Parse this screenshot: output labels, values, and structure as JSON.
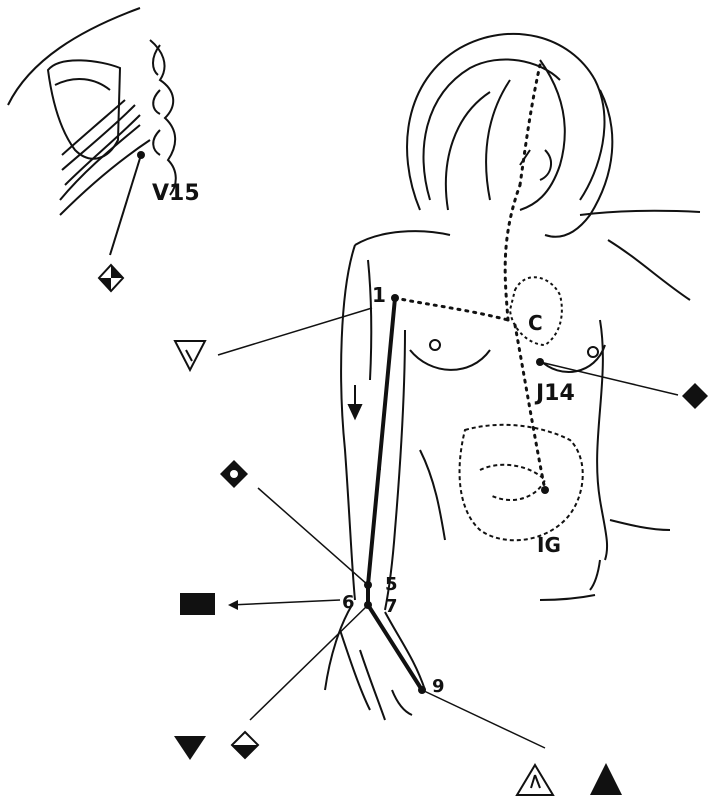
{
  "diagram": {
    "labels": {
      "v15": "V15",
      "point_1": "1",
      "c": "C",
      "j14": "J14",
      "ig": "IG",
      "point_5": "5",
      "point_6": "6",
      "point_7": "7",
      "point_9": "9"
    },
    "symbols": [
      "diamond-split-icon",
      "down-triangle-outline-icon",
      "solid-diamond-icon",
      "diamond-with-dot-icon",
      "solid-rectangle-icon",
      "solid-down-triangle-icon",
      "half-filled-diamond-icon",
      "up-triangle-outline-icon",
      "solid-up-triangle-icon"
    ],
    "colors": {
      "ink": "#111111",
      "background": "#ffffff"
    }
  }
}
